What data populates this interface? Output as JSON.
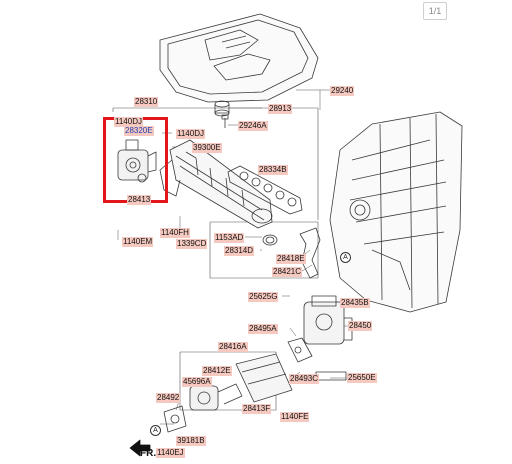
{
  "page_indicator": "1/1",
  "front_label": "FR.",
  "callout_letter": "A",
  "highlight_color": "#e0161c",
  "labels": {
    "p29240": "29240",
    "p28913": "28913",
    "p29246A": "29246A",
    "p28310": "28310",
    "p1140DJ_a": "1140DJ",
    "p28320E": "28320E",
    "p1140DJ_b": "1140DJ",
    "p39300E": "39300E",
    "p28334B": "28334B",
    "p28413": "28413",
    "p1140FH": "1140FH",
    "p1140EM": "1140EM",
    "p1339CD": "1339CD",
    "p1153AD": "1153AD",
    "p28314D": "28314D",
    "p28418E": "28418E",
    "p28421C": "28421C",
    "p25625G": "25625G",
    "p28435B": "28435B",
    "p28495A": "28495A",
    "p28450": "28450",
    "p28416A": "28416A",
    "p28412E": "28412E",
    "p45696A": "45696A",
    "p28493C": "28493C",
    "p25650E": "25650E",
    "p28492": "28492",
    "p28413F": "28413F",
    "p1140FE": "1140FE",
    "p39181B": "39181B",
    "p1140EJ": "1140EJ"
  }
}
